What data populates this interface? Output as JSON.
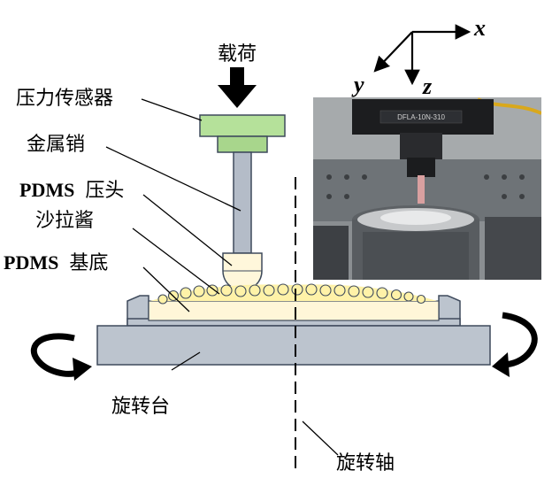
{
  "labels": {
    "load": "载荷",
    "force_sensor": "压力传感器",
    "metal_pin": "金属销",
    "pdms_head_latin": "PDMS",
    "pdms_head_cn": "压头",
    "salad_sauce": "沙拉酱",
    "pdms_substrate_latin": "PDMS",
    "pdms_substrate_cn": "基底",
    "rotary_table": "旋转台",
    "rotation_axis": "旋转轴"
  },
  "axes": {
    "x": "x",
    "y": "y",
    "z": "z"
  },
  "photo": {
    "device_label": "DFLA-10N-310"
  },
  "colors": {
    "sensor_green": "#b5e19a",
    "sensor_green_dark": "#a8d68c",
    "pin_gray": "#b4bcc8",
    "stage_gray": "#bcc4ce",
    "substrate_cream": "#fff6d8",
    "sauce_yellow": "#fff2a8",
    "outline": "#3e4a5c"
  }
}
